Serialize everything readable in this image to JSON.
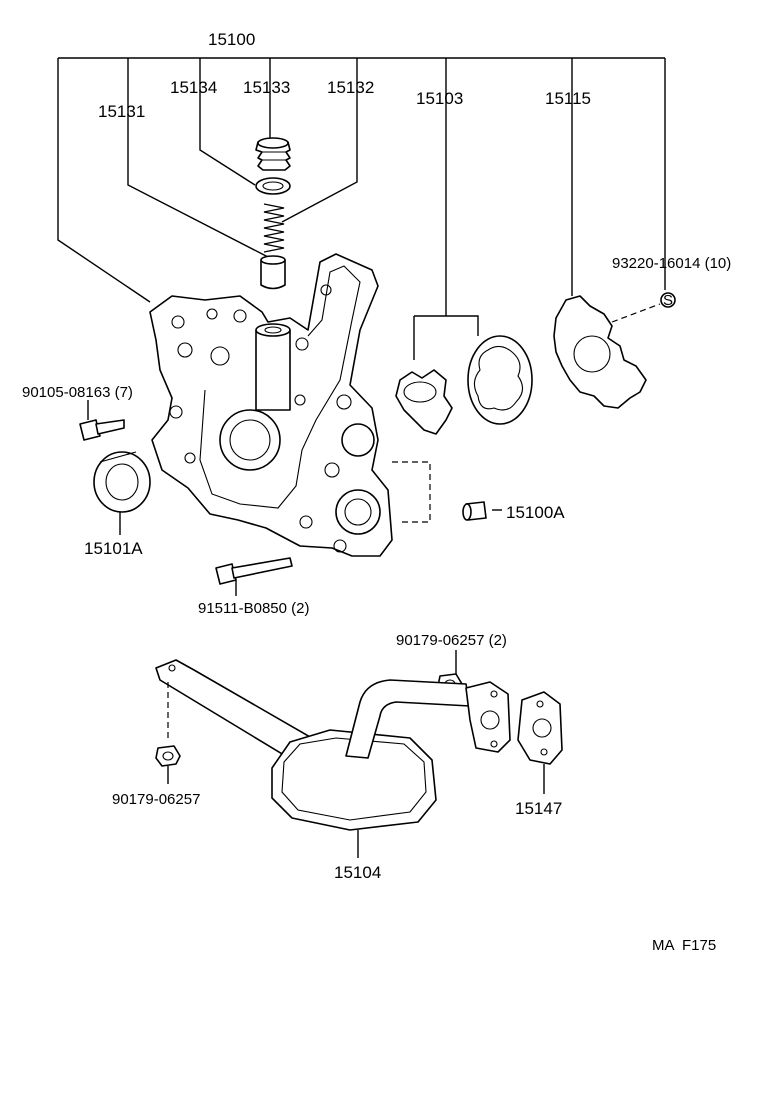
{
  "labels": {
    "p15100": "15100",
    "p15134": "15134",
    "p15133": "15133",
    "p15132": "15132",
    "p15131": "15131",
    "p15103": "15103",
    "p15115": "15115",
    "p93220": "93220-16014 (10)",
    "p90105": "90105-08163 (7)",
    "p15101A": "15101A",
    "p15100A": "15100A",
    "p91511": "91511-B0850 (2)",
    "p90179a": "90179-06257 (2)",
    "p90179b": "90179-06257",
    "p15147": "15147",
    "p15104": "15104",
    "s_mark": "S",
    "ref": "MA  F175"
  }
}
